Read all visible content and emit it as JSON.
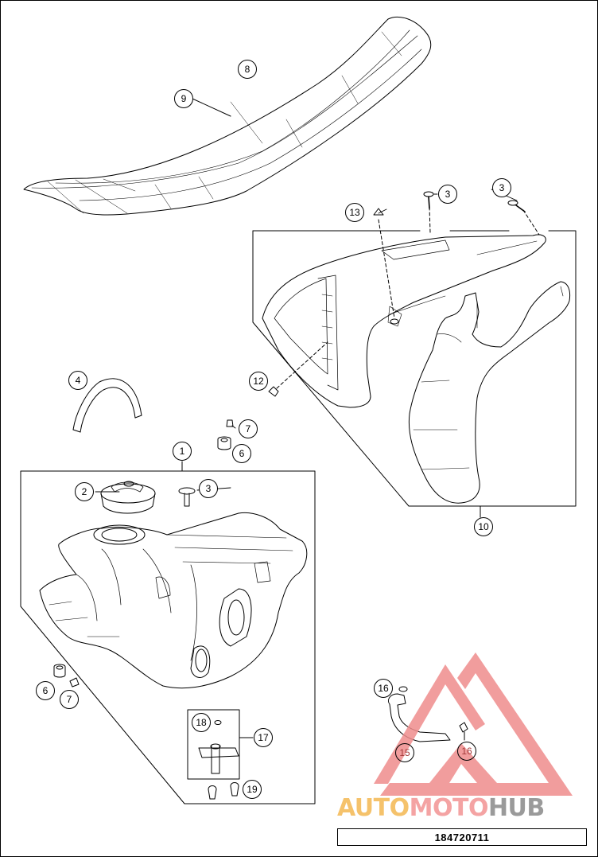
{
  "diagram": {
    "callouts": [
      {
        "id": "c1",
        "label": "1"
      },
      {
        "id": "c2",
        "label": "2"
      },
      {
        "id": "c3a",
        "label": "3"
      },
      {
        "id": "c3b",
        "label": "3"
      },
      {
        "id": "c3c",
        "label": "3"
      },
      {
        "id": "c4",
        "label": "4"
      },
      {
        "id": "c6a",
        "label": "6"
      },
      {
        "id": "c6b",
        "label": "6"
      },
      {
        "id": "c7a",
        "label": "7"
      },
      {
        "id": "c7b",
        "label": "7"
      },
      {
        "id": "c8",
        "label": "8"
      },
      {
        "id": "c9",
        "label": "9"
      },
      {
        "id": "c10",
        "label": "10"
      },
      {
        "id": "c12",
        "label": "12"
      },
      {
        "id": "c13",
        "label": "13"
      },
      {
        "id": "c15",
        "label": "15"
      },
      {
        "id": "c16a",
        "label": "16"
      },
      {
        "id": "c16b",
        "label": "16"
      },
      {
        "id": "c17",
        "label": "17"
      },
      {
        "id": "c18",
        "label": "18"
      },
      {
        "id": "c19",
        "label": "19"
      }
    ],
    "document_number": "184720711"
  },
  "watermark": {
    "part1": "AUTO",
    "part2": "MOTO",
    "part3": "HUB",
    "colors": {
      "auto": "#f5c26b",
      "moto": "#f4a3a3",
      "hub": "#9a9a9a",
      "triangle": "#ef8c8c"
    }
  }
}
